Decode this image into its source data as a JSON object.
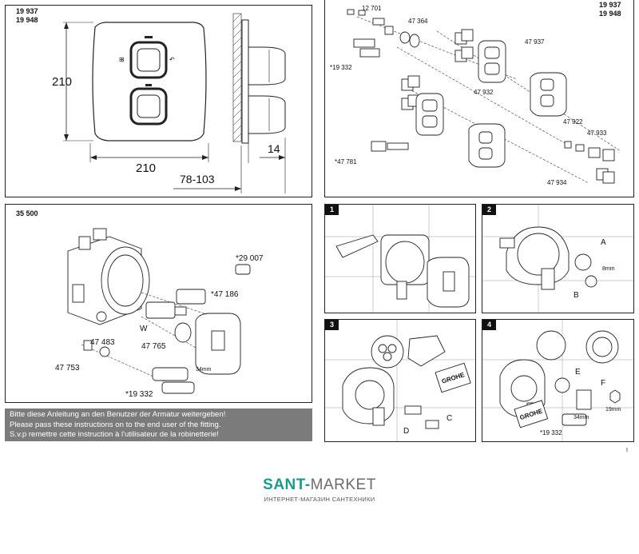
{
  "panel_dimensions": {
    "codes": [
      "19 937",
      "19 948"
    ],
    "dims": {
      "height": "210",
      "width": "210",
      "depth_range": "78-103",
      "projection": "14"
    }
  },
  "panel_exploded": {
    "codes": [
      "19 937",
      "19 948"
    ],
    "parts": [
      "12 701",
      "47 364",
      "47 937",
      "*19 332",
      "47 932",
      "47 922",
      "47 933",
      "*47 781",
      "47 934"
    ]
  },
  "panel_body": {
    "code": "35 500",
    "parts": [
      "*29 007",
      "*47 186",
      "W",
      "47 483",
      "47 765",
      "47 753",
      "*19 332"
    ],
    "dim_34": "34mm"
  },
  "steps": [
    {
      "num": "1"
    },
    {
      "num": "2",
      "labels": [
        "A",
        "B",
        "8mm"
      ]
    },
    {
      "num": "3",
      "labels": [
        "C",
        "D"
      ],
      "logo": "GROHE"
    },
    {
      "num": "4",
      "labels": [
        "E",
        "F",
        "19mm",
        "34mm",
        "*19 332"
      ],
      "logo": "GROHE"
    }
  ],
  "page_marker": "I",
  "notice": {
    "lines": [
      "Bitte diese Anleitung an den Benutzer der Armatur weitergeben!",
      "Please pass these instructions on to the end user of the fitting.",
      "S.v.p remettre cette instruction à l'utilisateur de la robinetterie!"
    ]
  },
  "brand": {
    "name_prefix": "SANT-",
    "name_suffix": "MARKET",
    "tagline": "ИНТЕРНЕТ-МАГАЗИН САНТЕХНИКИ"
  },
  "colors": {
    "brand_teal": "#1b9a8d",
    "notice_bg": "#7b7b7b",
    "line": "#222222"
  }
}
